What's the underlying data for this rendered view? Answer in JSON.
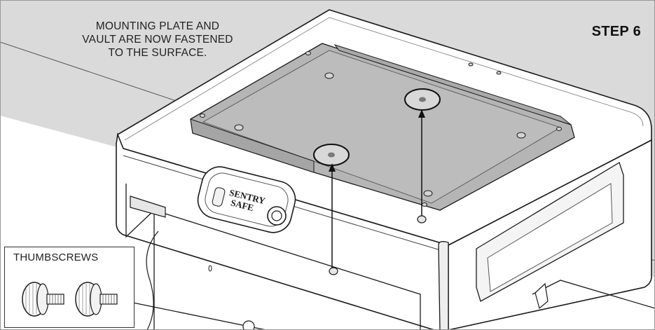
{
  "caption": {
    "line1": "MOUNTING PLATE AND",
    "line2": "VAULT ARE NOW FASTENED",
    "line3": "TO THE SURFACE."
  },
  "step_label": "STEP 6",
  "thumbscrews_label": "THUMBSCREWS",
  "brand": {
    "line1": "SENTRY",
    "line2": "SAFE"
  },
  "colors": {
    "surface": "#d9d9d9",
    "plate": "#b4b4b4",
    "outline": "#1a1a1a"
  }
}
